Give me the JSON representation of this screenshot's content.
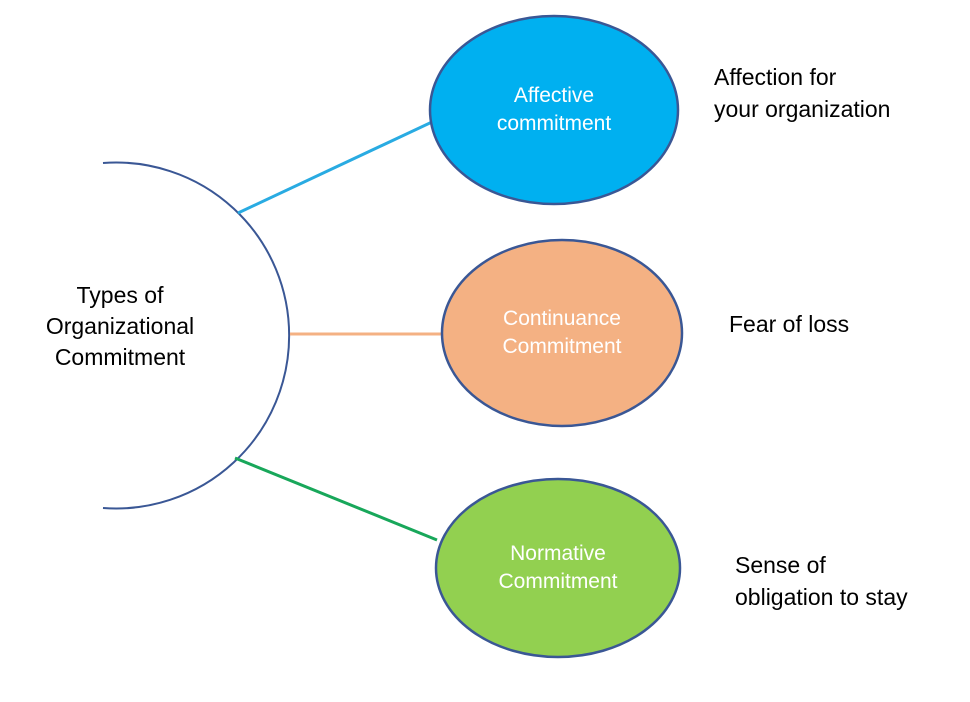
{
  "diagram": {
    "title": "Types of\nOrganizational\nCommitment",
    "background": "#ffffff",
    "outline_color": "#3a5795",
    "title_text_color": "#000000",
    "nodes": [
      {
        "id": "affective",
        "label": "Affective\ncommitment",
        "note": "Affection for\nyour organization",
        "fill": "#00b0f0",
        "connector_color": "#29abe2",
        "label_text_color": "#ffffff"
      },
      {
        "id": "continuance",
        "label": "Continuance\nCommitment",
        "note": "Fear of loss",
        "fill": "#f4b183",
        "connector_color": "#f4b183",
        "label_text_color": "#ffffff"
      },
      {
        "id": "normative",
        "label": "Normative\nCommitment",
        "note": "Sense of\nobligation to stay",
        "fill": "#92d050",
        "connector_color": "#18a75a",
        "label_text_color": "#ffffff"
      }
    ]
  }
}
